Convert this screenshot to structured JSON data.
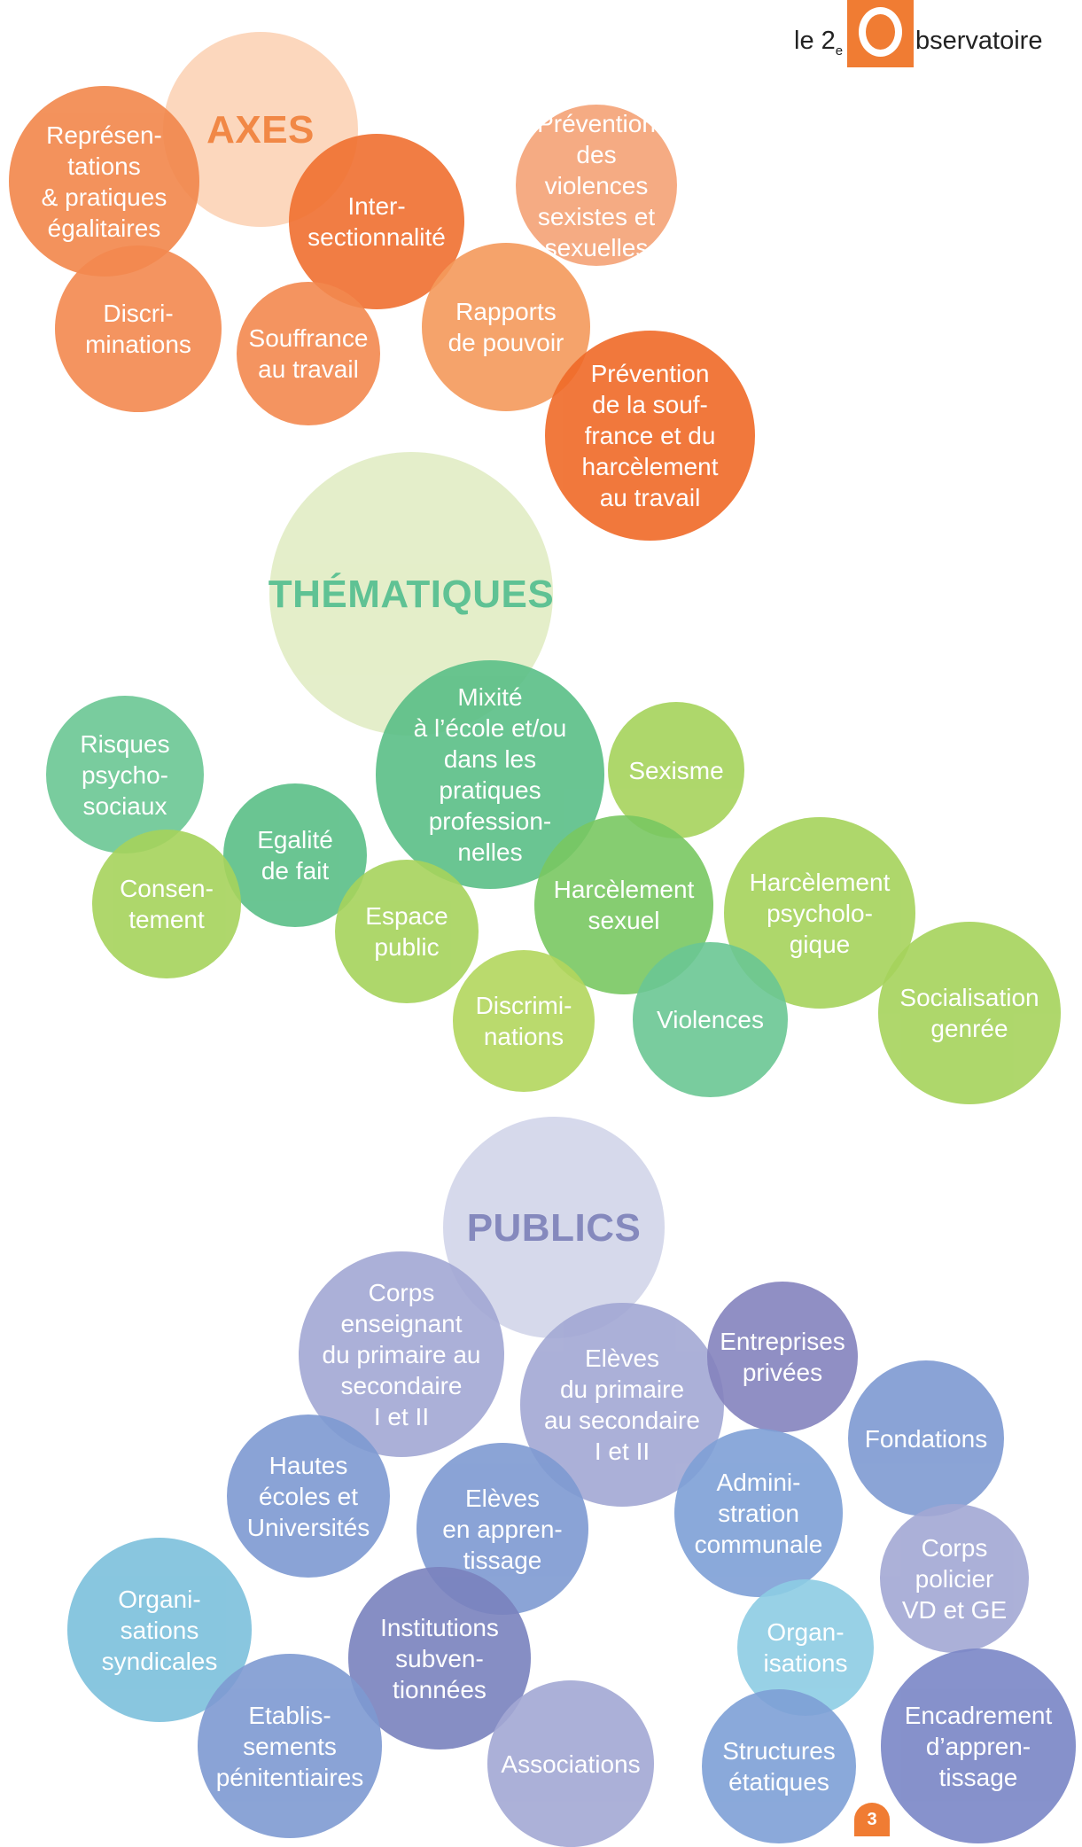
{
  "logo": {
    "prefix": "le 2",
    "superscript": "e",
    "suffix": "bservatoire",
    "color": "#f07c33"
  },
  "axes": {
    "heading": "AXES",
    "items": [
      "Représen-\ntations\n& pratiques\négalitaires",
      "Inter-\nsectionnalité",
      "Prévention\ndes violences\nsexistes et\nsexuelles",
      "Discri-\nminations",
      "Souffrance\nau travail",
      "Rapports\nde pouvoir",
      "Prévention\nde la souf-\nfrance et du\nharcèlement\nau travail"
    ]
  },
  "thematiques": {
    "heading": "THÉMATIQUES",
    "items": [
      "Risques\npsycho-\nsociaux",
      "Mixité\nà l’école et/ou\ndans les\npratiques\nprofession-\nnelles",
      "Sexisme",
      "Egalité\nde fait",
      "Consen-\ntement",
      "Espace\npublic",
      "Harcèlement\nsexuel",
      "Harcèlement\npsycholo-\ngique",
      "Discrimi-\nnations",
      "Violences",
      "Socialisation\ngenrée"
    ]
  },
  "publics": {
    "heading": "PUBLICS",
    "items": [
      "Corps\nenseignant\ndu primaire au\nsecondaire\nI et II",
      "Elèves\ndu primaire\nau secondaire\nI et II",
      "Entreprises\nprivées",
      "Fondations",
      "Hautes\nécoles et\nUniversités",
      "Elèves\nen appren-\ntissage",
      "Admini-\nstration\ncommunale",
      "Corps\npolicier\nVD et GE",
      "Organi-\nsations\nsyndicales",
      "Institutions\nsubven-\ntionnées",
      "Organ-\nisations",
      "Etablis-\nsements\npénitentiaires",
      "Associations",
      "Structures\nétatiques",
      "Encadrement\nd’appren-\ntissage"
    ]
  },
  "page_number": "3"
}
